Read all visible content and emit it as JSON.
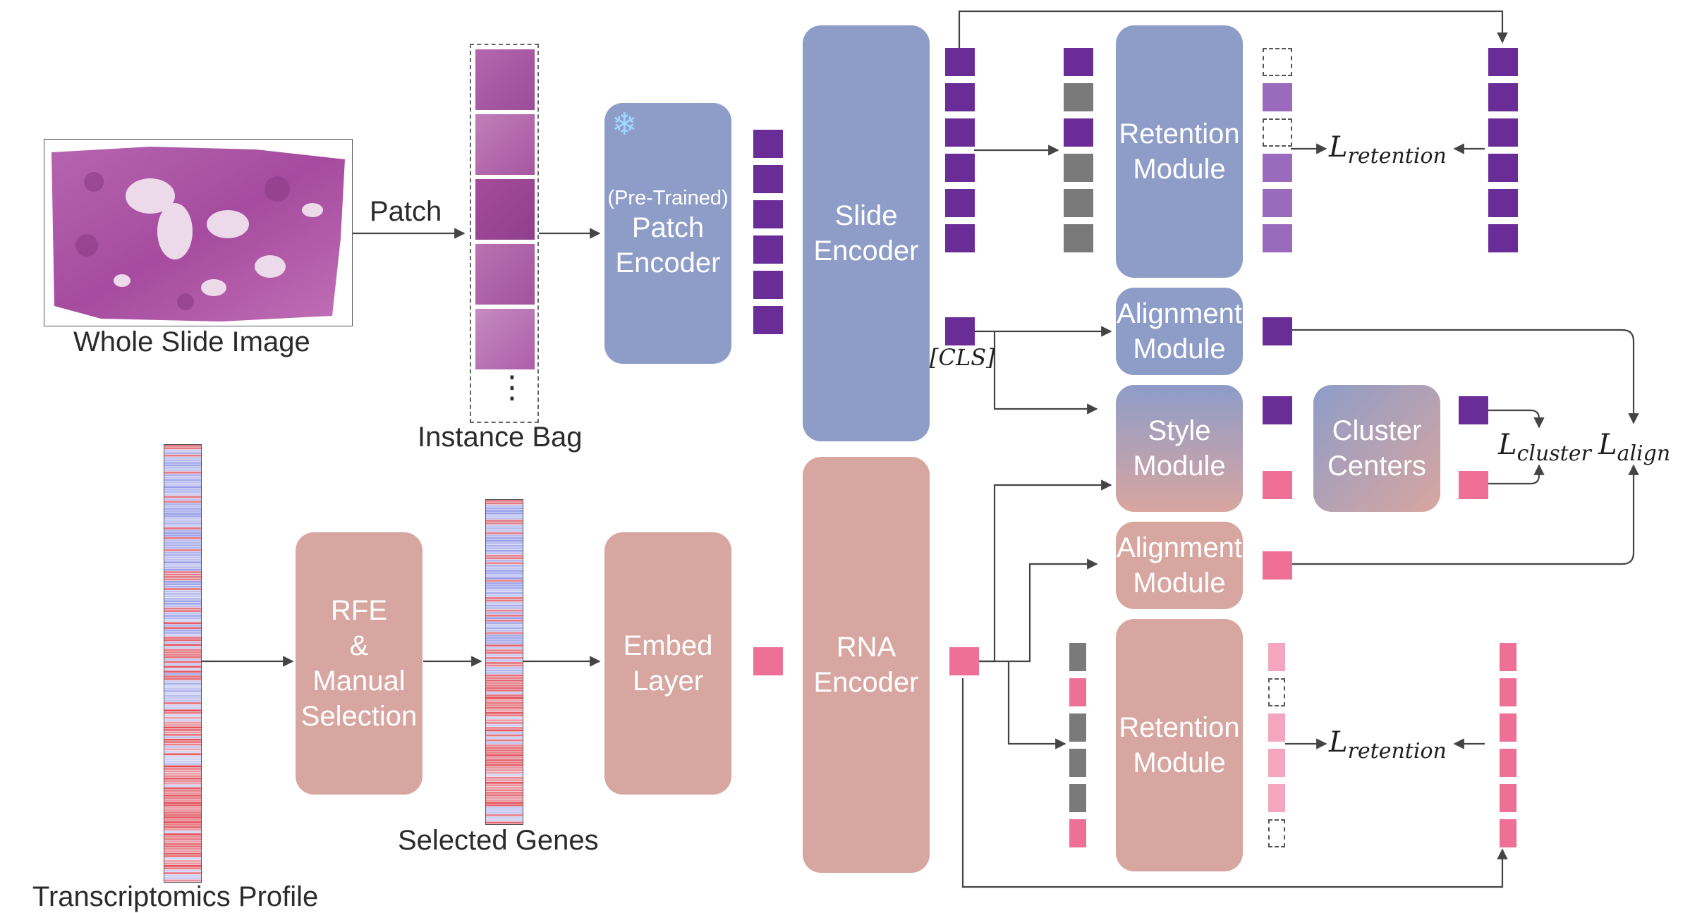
{
  "labels": {
    "wsi": "Whole Slide Image",
    "patch_arrow": "Patch",
    "instance_bag": "Instance Bag",
    "bag_ellipsis": "⋮",
    "transcriptomics": "Transcriptomics Profile",
    "selected_genes": "Selected Genes",
    "cls": "[CLS]"
  },
  "modules": {
    "patch_encoder": {
      "prefix": "(Pre-Trained)",
      "line1": "Patch",
      "line2": "Encoder",
      "icon": "snowflake-icon"
    },
    "slide_encoder": {
      "line1": "Slide",
      "line2": "Encoder"
    },
    "rna_encoder": {
      "line1": "RNA",
      "line2": "Encoder"
    },
    "rfe": {
      "line1": "RFE",
      "line2": "&",
      "line3": "Manual",
      "line4": "Selection"
    },
    "embed": {
      "line1": "Embed",
      "line2": "Layer"
    },
    "retention_top": {
      "line1": "Retention",
      "line2": "Module"
    },
    "alignment_top": {
      "line1": "Alignment",
      "line2": "Module"
    },
    "style": {
      "line1": "Style",
      "line2": "Module"
    },
    "cluster": {
      "line1": "Cluster",
      "line2": "Centers"
    },
    "alignment_bottom": {
      "line1": "Alignment",
      "line2": "Module"
    },
    "retention_bottom": {
      "line1": "Retention",
      "line2": "Module"
    }
  },
  "losses": {
    "retention_top": {
      "symbol": "L",
      "sub": "retention"
    },
    "retention_bottom": {
      "symbol": "L",
      "sub": "retention"
    },
    "cluster": {
      "symbol": "L",
      "sub": "cluster"
    },
    "align": {
      "symbol": "L",
      "sub": "align"
    }
  },
  "colors": {
    "slide_module": "#8e9cc8",
    "rna_module": "#d8a6a0",
    "token_purple": "#6a2c97",
    "token_purple_light": "#9a6bbd",
    "token_pink": "#ef7096",
    "token_pink_light": "#f4a6be",
    "token_gray": "#7a7a7a",
    "arrow": "#444444"
  }
}
